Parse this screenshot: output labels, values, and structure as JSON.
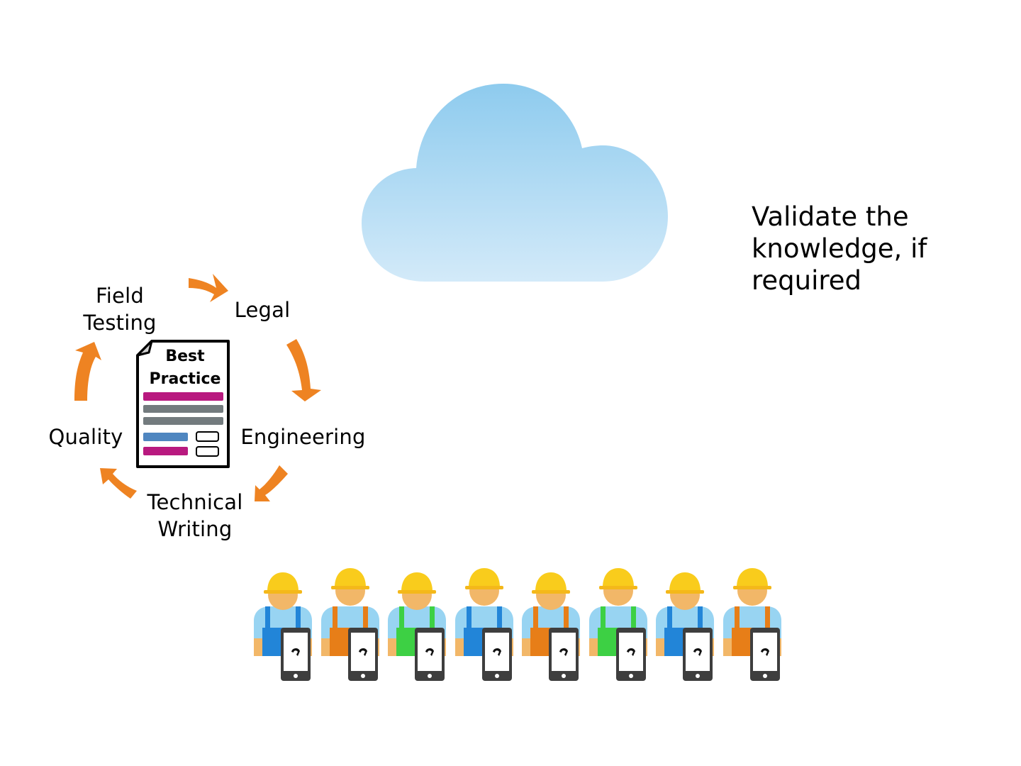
{
  "cloud": {
    "name": "knowledge-cloud",
    "color_top": "#8ecbee",
    "color_bottom": "#d3eaf9"
  },
  "validate_text": "Validate the\nknowledge, if\nrequired",
  "cycle": {
    "arrow_color": "#ee8322",
    "stages": [
      {
        "id": "legal",
        "label": "Legal"
      },
      {
        "id": "engineering",
        "label": "Engineering"
      },
      {
        "id": "technical-writing",
        "label": "Technical\nWriting"
      },
      {
        "id": "quality",
        "label": "Quality"
      },
      {
        "id": "field-testing",
        "label": "Field\nTesting"
      }
    ]
  },
  "document": {
    "title": "Best\nPractice",
    "bar_colors": {
      "magenta": "#b8197f",
      "gray": "#737b7e",
      "blue": "#4f86c0"
    }
  },
  "workers": {
    "hat_color": "#f9cc1c",
    "skin_color": "#f2b768",
    "shirt_color": "#98d4f2",
    "phone_color": "#3e3e3e",
    "overall_colors": [
      "#2285d8",
      "#e77e18",
      "#3dd044",
      "#2285d8",
      "#e77e18",
      "#3dd044",
      "#2285d8",
      "#e77e18"
    ]
  }
}
